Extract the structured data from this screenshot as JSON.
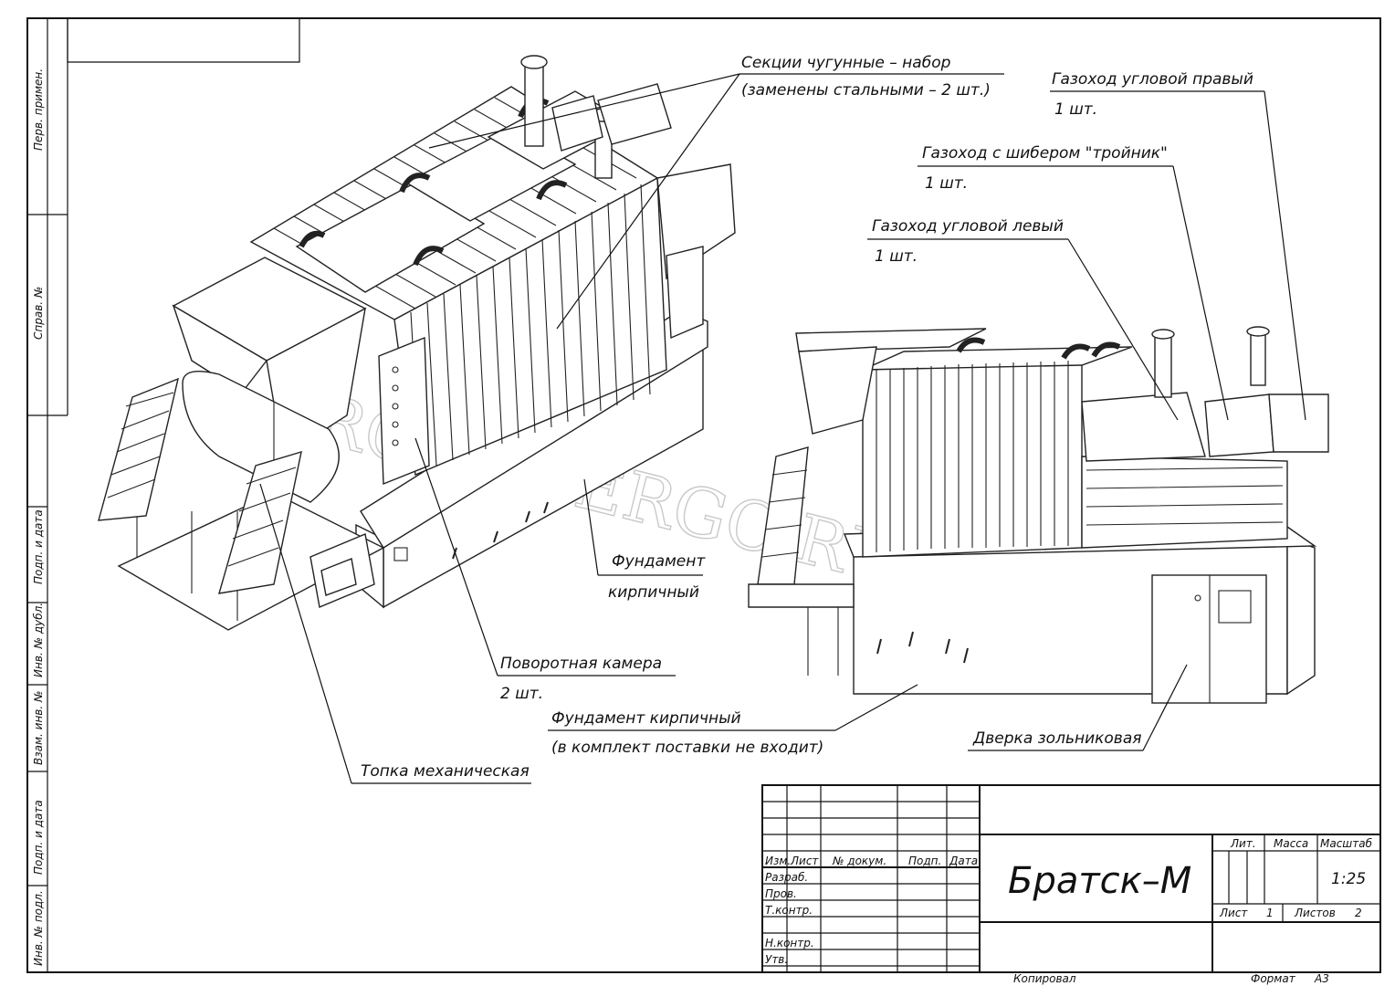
{
  "drawing": {
    "title": "Братск–М",
    "watermark": "PROGENERGO.RU",
    "labels": {
      "sections_line1": "Секции чугунные – набор",
      "sections_line2": "(заменены стальными – 2 шт.)",
      "flue_right_line1": "Газоход угловой правый",
      "flue_right_line2": "1 шт.",
      "flue_tee_line1": "Газоход с шибером \"тройник\"",
      "flue_tee_line2": "1 шт.",
      "flue_left_line1": "Газоход угловой левый",
      "flue_left_line2": "1 шт.",
      "foundation_brick_line1": "Фундамент",
      "foundation_brick_line2": "кирпичный",
      "turn_chamber_line1": "Поворотная камера",
      "turn_chamber_line2": "2 шт.",
      "foundation_supply_line1": "Фундамент кирпичный",
      "foundation_supply_line2": "(в комплект поставки не входит)",
      "stoker": "Топка механическая",
      "ash_door": "Дверка зольниковая"
    }
  },
  "side_strip": {
    "perv_primen": "Перв. примен.",
    "sprav_no": "Справ. №",
    "podp_data_1": "Подп. и дата",
    "inv_dubl": "Инв. № дубл.",
    "vzam_inv": "Взам. инв. №",
    "podp_data_2": "Подп. и дата",
    "inv_podl": "Инв. № подл."
  },
  "title_block": {
    "izm": "Изм.",
    "list": "Лист",
    "n_dokum": "№ докум.",
    "podp": "Подп.",
    "data": "Дата",
    "razrab": "Разраб.",
    "prov": "Пров.",
    "t_kontr": "Т.контр.",
    "n_kontr": "Н.контр.",
    "utv": "Утв.",
    "lit": "Лит.",
    "massa": "Масса",
    "masshtab": "Масштаб",
    "scale_value": "1:25",
    "list_label": "Лист",
    "list_value": "1",
    "listov_label": "Листов",
    "listov_value": "2",
    "kopiroval": "Копировал",
    "format_label": "Формат",
    "format_value": "А3"
  }
}
